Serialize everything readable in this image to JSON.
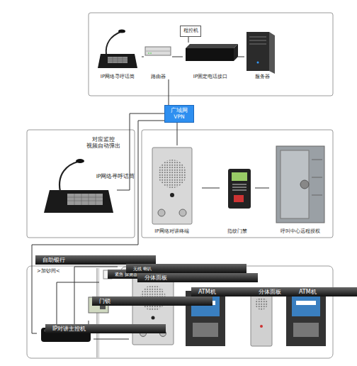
{
  "diagram": {
    "nodes": [
      {
        "text": [
          "IP网络寻呼话筒"
        ]
      },
      {
        "text": [
          "路由器"
        ]
      },
      {
        "text": [
          "程控机"
        ]
      },
      {
        "text": [
          "IP固定电话接口"
        ]
      },
      {
        "text": [
          "服务器"
        ]
      },
      {
        "text": [
          "广域网 VPN"
        ]
      },
      {
        "text": [
          "对应监控 视频自动弹出"
        ]
      },
      {
        "text": [
          "IP网络寻呼话筒"
        ],
        "in": 6
      },
      {
        "text": [
          "IP网络对讲终端"
        ]
      },
      {
        "text": [
          "指纹门禁"
        ]
      },
      {
        "text": [
          "呼叫中心远程授权"
        ]
      },
      {
        "text": [
          "自助银行"
        ]
      },
      {
        "text": [
          "IP对讲主控机"
        ],
        "in": 11
      },
      {
        "text": [
          "门锁"
        ],
        "in": 11
      },
      {
        "text": [
          "紧急 探测器"
        ],
        "in": 11
      },
      {
        "text": [
          "无线 喇叭"
        ],
        "in": 11
      },
      {
        "text": [
          "分体面板"
        ],
        "in": 11
      },
      {
        "text": [
          "ATM机"
        ],
        "in": 11
      },
      {
        "text": [
          "分体面板"
        ],
        "in": 11
      },
      {
        "text": [
          "ATM机"
        ],
        "in": 11
      }
    ],
    "edges": [
      {
        "from": 0,
        "to": 1,
        "arrow": "none"
      },
      {
        "from": 1,
        "to": 3,
        "arrow": "none"
      },
      {
        "from": 3,
        "to": 4,
        "arrow": "none"
      },
      {
        "from": 2,
        "to": 3,
        "arrow": "none"
      },
      {
        "from": 1,
        "to": 5,
        "arrow": "none"
      },
      {
        "from": 5,
        "to": 7,
        "arrow": "none"
      },
      {
        "from": 5,
        "to": 8,
        "arrow": "none"
      },
      {
        "from": 5,
        "to": 12,
        "arrow": "none"
      },
      {
        "from": 8,
        "to": 9,
        "arrow": "none"
      },
      {
        "from": 9,
        "to": 10,
        "arrow": "none"
      },
      {
        "from": 12,
        "to": 13,
        "arrow": "none"
      },
      {
        "from": 12,
        "to": 14,
        "arrow": "none"
      },
      {
        "from": 12,
        "to": 15,
        "arrow": "none"
      },
      {
        "from": 12,
        "to": 16,
        "arrow": "none"
      }
    ],
    "labels": [
      ">加钞间<"
    ]
  }
}
